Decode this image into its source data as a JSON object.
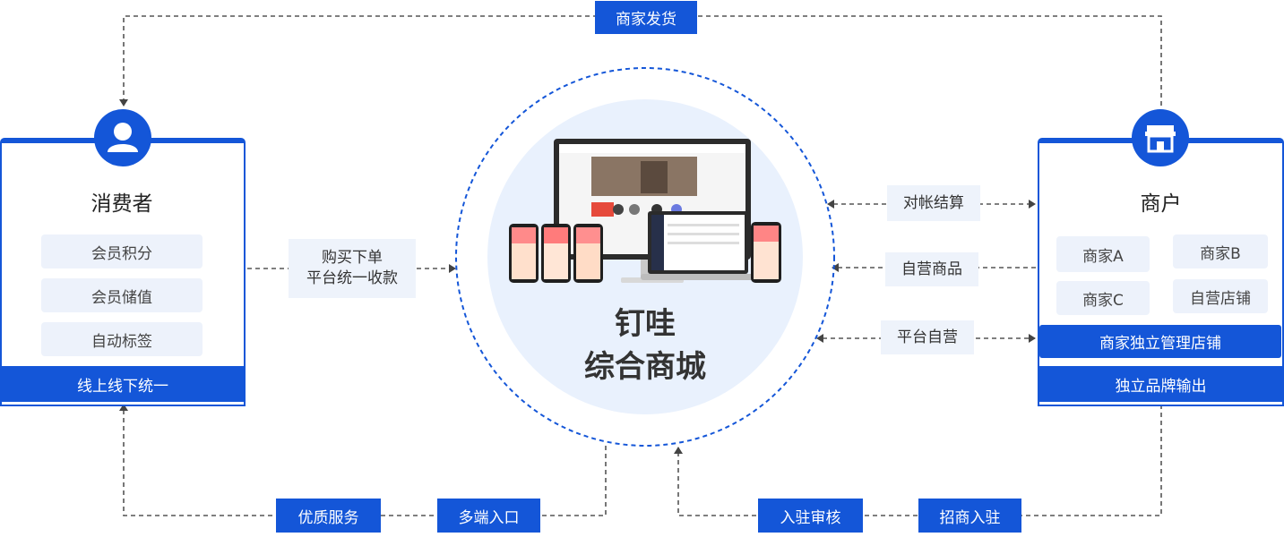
{
  "top_label": "商家发货",
  "consumer": {
    "title": "消费者",
    "items": [
      "会员积分",
      "会员储值",
      "自动标签"
    ],
    "footer": "线上线下统一"
  },
  "purchase_label": {
    "line1": "购买下单",
    "line2": "平台统一收款"
  },
  "center": {
    "line1": "钉哇",
    "line2": "综合商城"
  },
  "merchant": {
    "title": "商户",
    "items": [
      "商家A",
      "商家B",
      "商家C",
      "自营店铺"
    ],
    "band": "商家独立管理店铺",
    "footer": "独立品牌输出"
  },
  "right_links": [
    "对帐结算",
    "自营商品",
    "平台自营"
  ],
  "bottom_left": [
    "优质服务",
    "多端入口"
  ],
  "bottom_right": [
    "入驻审核",
    "招商入驻"
  ],
  "colors": {
    "blue": "#1456d8",
    "light": "#eef3fb",
    "circle_fill": "#e9f1fd"
  },
  "icons": [
    "user-icon",
    "store-icon"
  ]
}
